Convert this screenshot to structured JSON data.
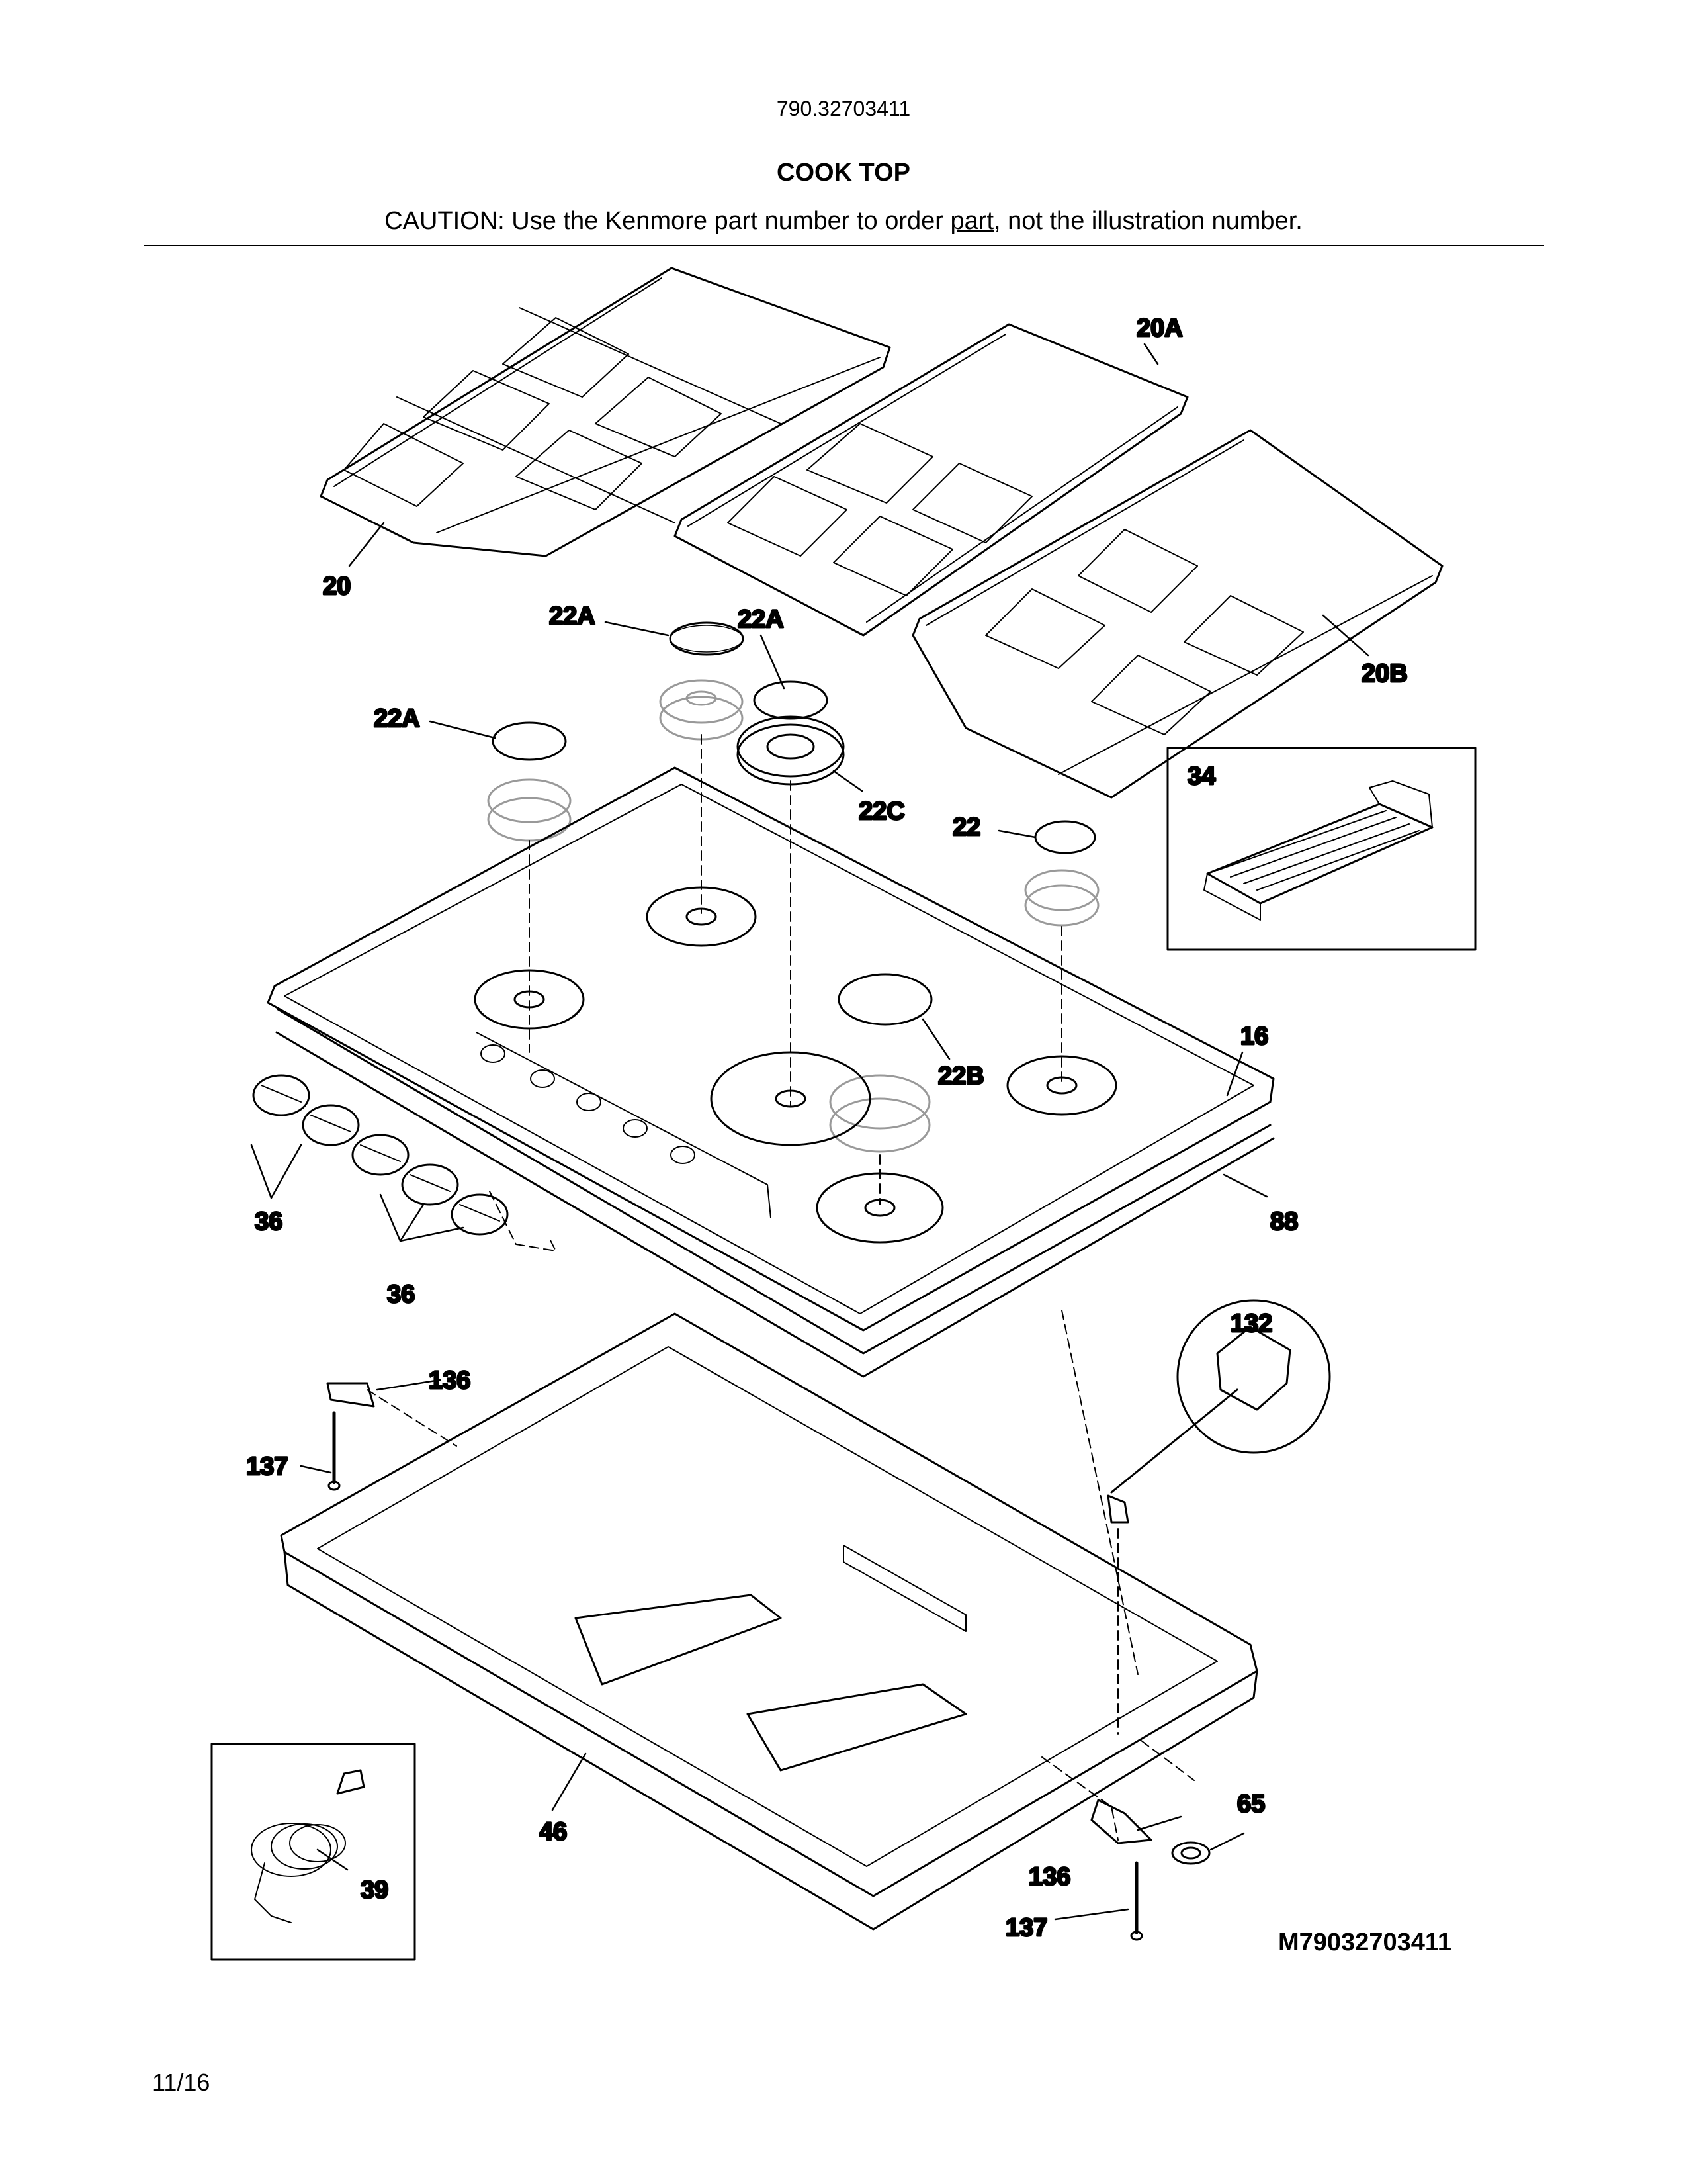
{
  "header": {
    "model_number": "790.32703411",
    "title": "COOK TOP",
    "caution_before": "CAUTION: Use the Kenmore part number to order ",
    "caution_underlined": "part",
    "caution_after": ", not the illustration number."
  },
  "callouts": {
    "grate_left": "20",
    "grate_center": "20A",
    "grate_right": "20B",
    "cap_small_1": "22A",
    "cap_small_2": "22A",
    "cap_small_3": "22A",
    "cap_wok": "22C",
    "cap_right": "22",
    "cap_large": "22B",
    "griddle": "34",
    "cooktop": "16",
    "gasket": "88",
    "knobs_1": "36",
    "knobs_2": "36",
    "igniter": "132",
    "bracket_top": "136",
    "screw_top": "137",
    "burner_box": "46",
    "power_cord": "39",
    "grommet": "65",
    "bracket_bottom": "136",
    "screw_bottom": "137"
  },
  "footer": {
    "date": "11/16",
    "drawing_id": "M79032703411"
  }
}
